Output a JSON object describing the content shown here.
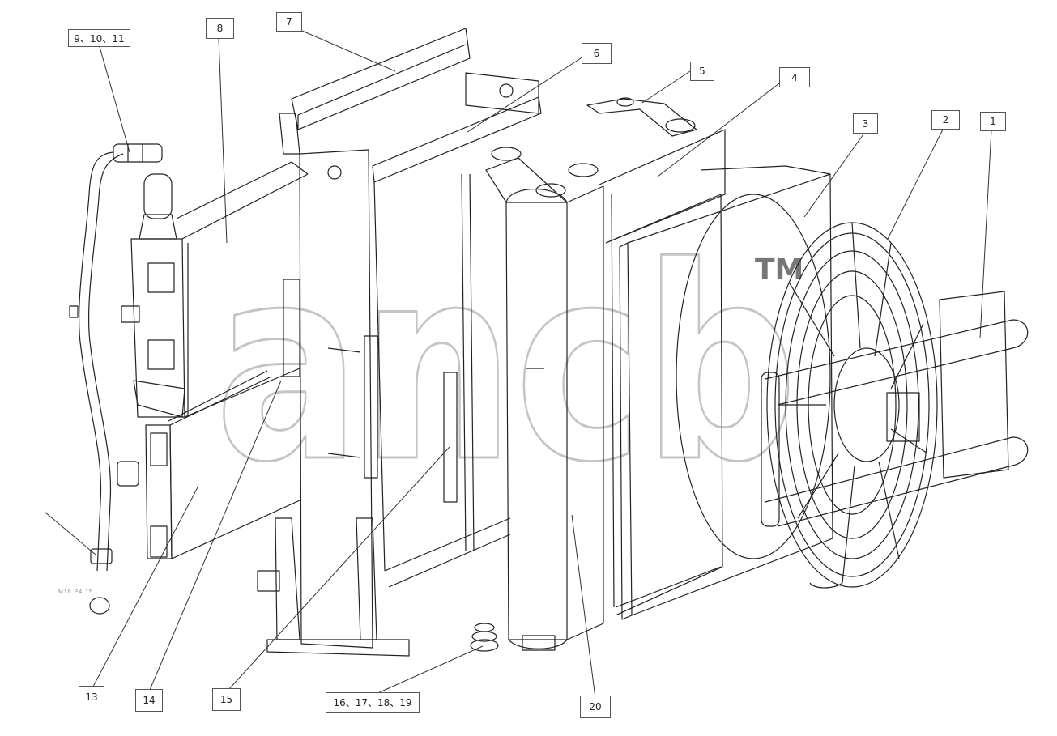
{
  "diagram": {
    "watermark": "ancb",
    "watermark_mark": "TM",
    "small_mark": "M16 P4 15",
    "colors": {
      "line": "#222222",
      "watermark": "#cfcfcf",
      "callout_border": "#555555"
    },
    "callouts": {
      "c1": "1",
      "c2": "2",
      "c3": "3",
      "c4": "4",
      "c5": "5",
      "c6": "6",
      "c7": "7",
      "c8": "8",
      "c9_10_11": "9、10、11",
      "c13": "13",
      "c14": "14",
      "c15": "15",
      "c16_19": "16、17、18、19",
      "c20": "20"
    }
  }
}
